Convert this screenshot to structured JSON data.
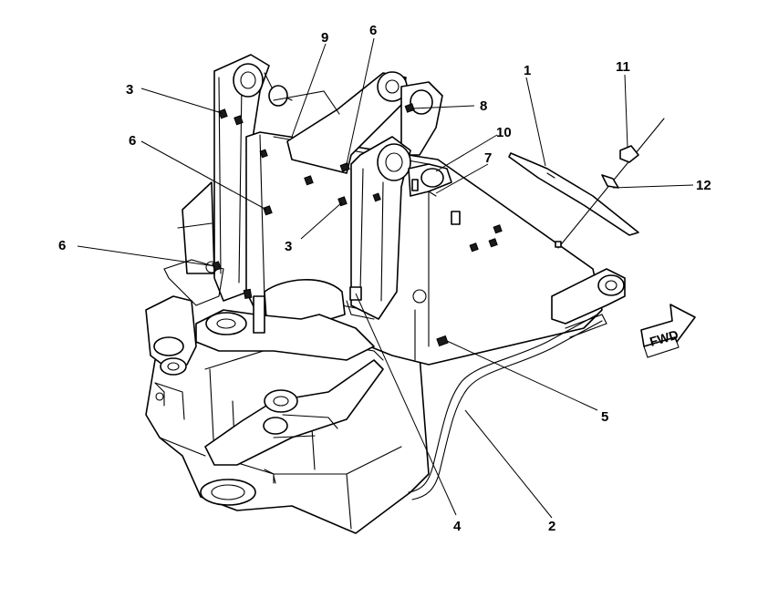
{
  "callouts": [
    {
      "id": "c1",
      "label": "1"
    },
    {
      "id": "c2",
      "label": "2"
    },
    {
      "id": "c3a",
      "label": "3"
    },
    {
      "id": "c3b",
      "label": "3"
    },
    {
      "id": "c4",
      "label": "4"
    },
    {
      "id": "c5",
      "label": "5"
    },
    {
      "id": "c6a",
      "label": "6"
    },
    {
      "id": "c6b",
      "label": "6"
    },
    {
      "id": "c6c",
      "label": "6"
    },
    {
      "id": "c7",
      "label": "7"
    },
    {
      "id": "c8",
      "label": "8"
    },
    {
      "id": "c9",
      "label": "9"
    },
    {
      "id": "c10",
      "label": "10"
    },
    {
      "id": "c11",
      "label": "11"
    },
    {
      "id": "c12",
      "label": "12"
    }
  ],
  "direction_arrow": {
    "label": "FWD"
  }
}
